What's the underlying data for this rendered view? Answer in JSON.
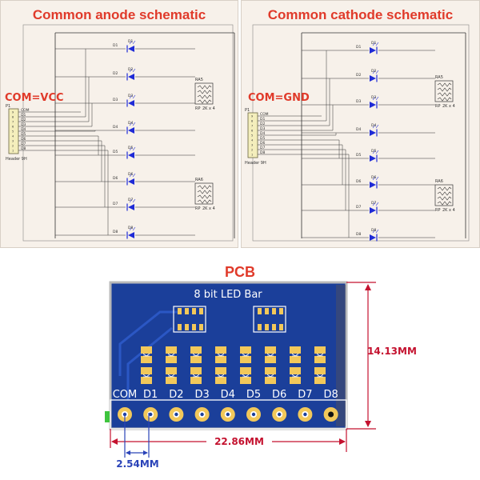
{
  "anode": {
    "title": "Common anode schematic",
    "com_label": "COM=VCC",
    "header_ref": "P1",
    "header_name": "Header 9H",
    "header_pins": [
      "COM",
      "D1",
      "D2",
      "D3",
      "D4",
      "D5",
      "D6",
      "D7",
      "D8"
    ],
    "leds": [
      "D1",
      "D2",
      "D3",
      "D4",
      "D5",
      "D6",
      "D7",
      "D8"
    ],
    "res_top_ref": "RA5",
    "res_bot_ref": "RA6",
    "res_value": "2K x 4",
    "res_prefix": "RP"
  },
  "cathode": {
    "title": "Common cathode schematic",
    "com_label": "COM=GND",
    "header_ref": "P1",
    "header_name": "Header 9H",
    "header_pins": [
      "COM",
      "D1",
      "D2",
      "D3",
      "D4",
      "D5",
      "D6",
      "D7",
      "D8"
    ],
    "leds": [
      "D1",
      "D2",
      "D3",
      "D4",
      "D5",
      "D6",
      "D7",
      "D8"
    ],
    "res_top_ref": "RA5",
    "res_bot_ref": "RA6",
    "res_value": "2K x 4",
    "res_prefix": "RP"
  },
  "pcb": {
    "title": "PCB",
    "board_label": "8 bit LED Bar",
    "pins": [
      "COM",
      "D1",
      "D2",
      "D3",
      "D4",
      "D5",
      "D6",
      "D7",
      "D8"
    ],
    "height_label": "14.13MM",
    "width_label": "22.86MM",
    "pitch_label": "2.54MM"
  },
  "colors": {
    "title": "#e03a2a",
    "wire": "#333333",
    "led": "#1f2bd6",
    "board": "#1b3f9a",
    "pad": "#f2c85a",
    "dimension": "#c4122f",
    "pitch": "#2a43b8"
  }
}
